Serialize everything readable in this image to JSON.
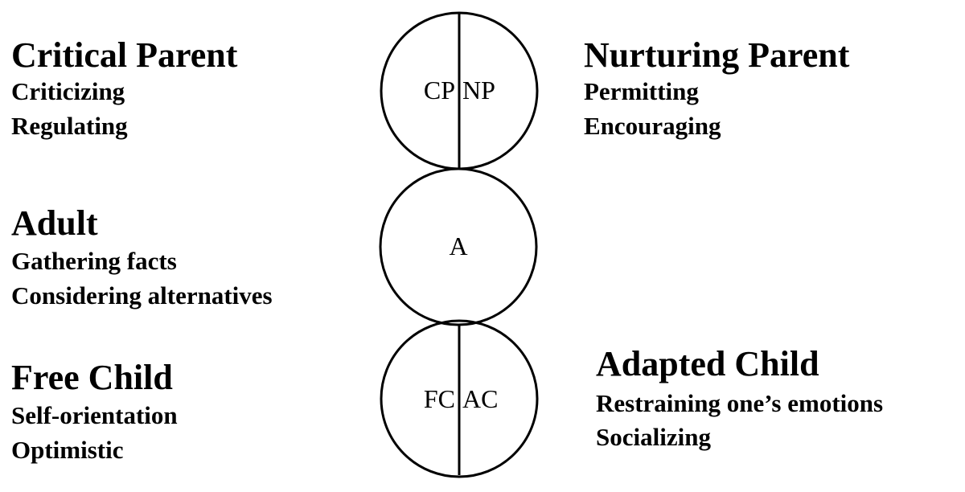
{
  "ego_states": {
    "critical_parent": {
      "title": "Critical Parent",
      "items": [
        "Criticizing",
        "Regulating"
      ],
      "code": "CP"
    },
    "nurturing_parent": {
      "title": "Nurturing Parent",
      "items": [
        "Permitting",
        "Encouraging"
      ],
      "code": "NP"
    },
    "adult": {
      "title": "Adult",
      "items": [
        "Gathering facts",
        "Considering alternatives"
      ],
      "code": "A"
    },
    "free_child": {
      "title": "Free Child",
      "items": [
        "Self-orientation",
        "Optimistic"
      ],
      "code": "FC"
    },
    "adapted_child": {
      "title": "Adapted Child",
      "items": [
        "Restraining one’s emotions",
        "Socializing"
      ],
      "code": "AC"
    }
  }
}
